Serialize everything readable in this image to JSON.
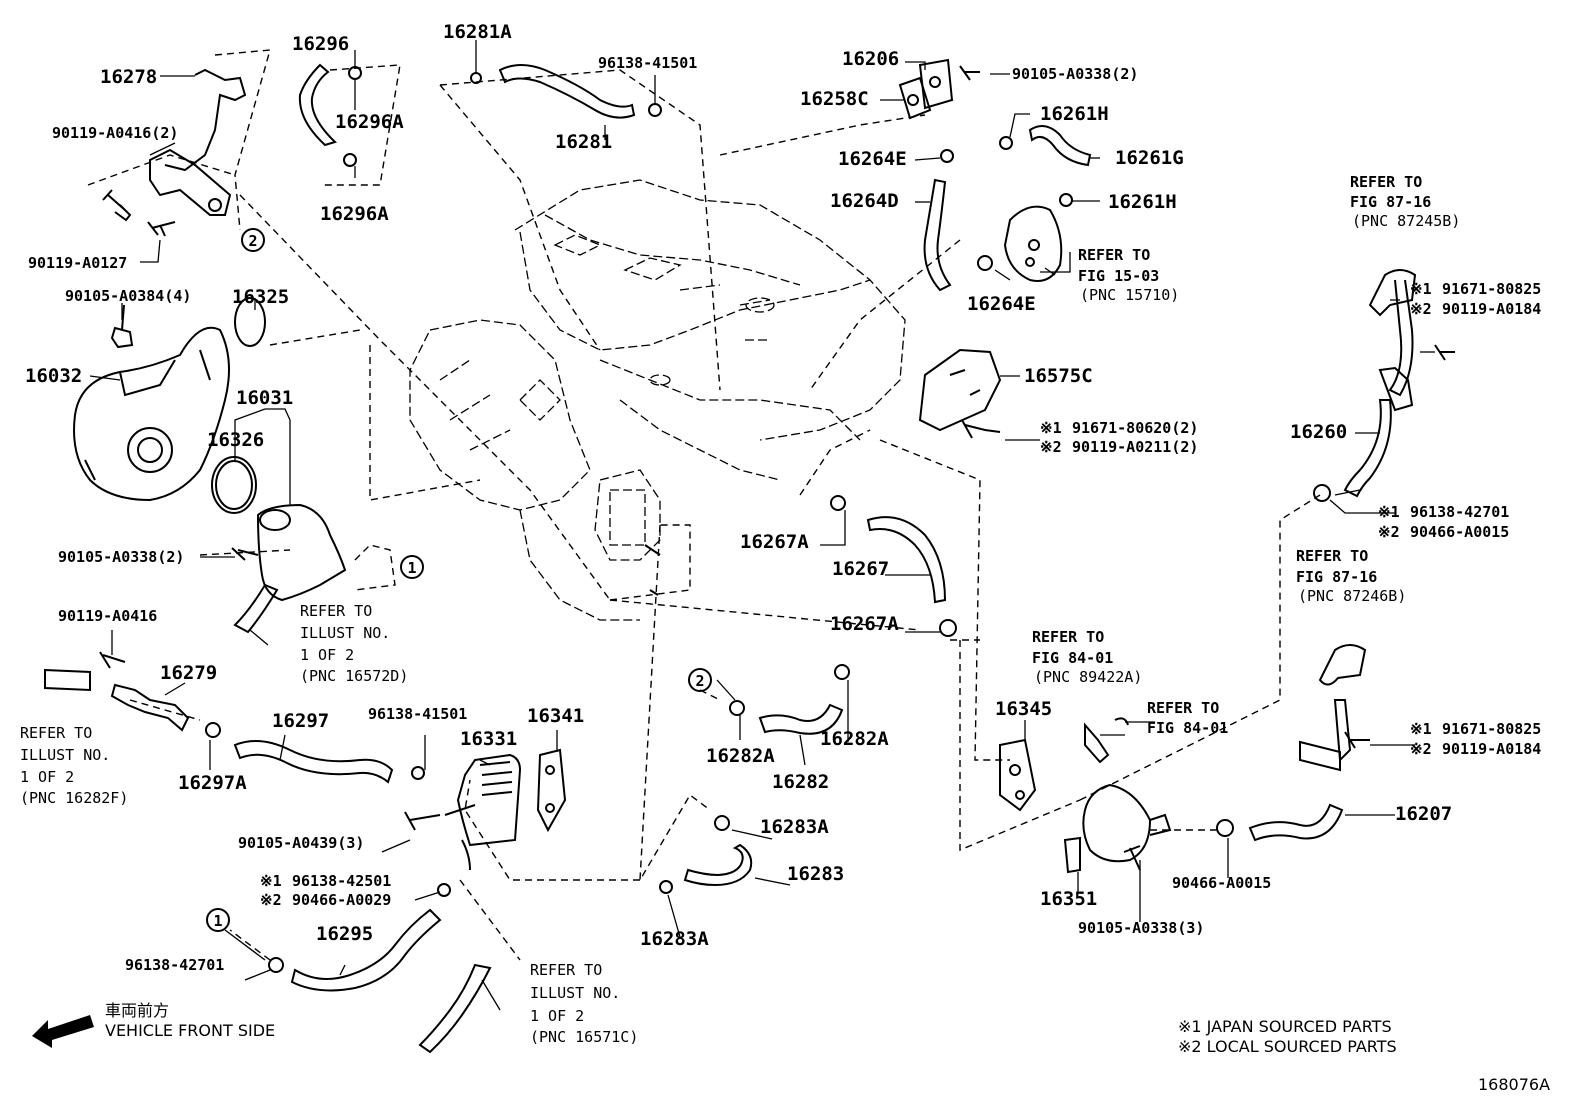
{
  "diagram_code": "168076A",
  "labels": {
    "p16278": "16278",
    "p16296": "16296",
    "p16296A_1": "16296A",
    "p16296A_2": "16296A",
    "p16281A": "16281A",
    "p16281": "16281",
    "p96138_41501_top": "96138-41501",
    "p16206": "16206",
    "p90105_A0338_2_top": "90105-A0338(2)",
    "p16258C": "16258C",
    "p16261H_1": "16261H",
    "p16261G": "16261G",
    "p16264E_1": "16264E",
    "p16264D": "16264D",
    "p16261H_2": "16261H",
    "p16264E_2": "16264E",
    "p90119_A0416_2": "90119-A0416(2)",
    "p90119_A0127": "90119-A0127",
    "p90105_A0384_4": "90105-A0384(4)",
    "p16325": "16325",
    "p16032": "16032",
    "p16031": "16031",
    "p16326": "16326",
    "p90105_A0338_2_left": "90105-A0338(2)",
    "p90119_A0416": "90119-A0416",
    "p16279": "16279",
    "p16297": "16297",
    "p16297A": "16297A",
    "p96138_41501_mid": "96138-41501",
    "p16331": "16331",
    "p16341": "16341",
    "p90105_A0439_3": "90105-A0439(3)",
    "p96138_42501": "96138-42501",
    "p90466_A0029": "90466-A0029",
    "p16295": "16295",
    "p96138_42701_left": "96138-42701",
    "p16575C": "16575C",
    "p91671_80620_2": "91671-80620(2)",
    "p90119_A0211_2": "90119-A0211(2)",
    "p16267A_1": "16267A",
    "p16267": "16267",
    "p16267A_2": "16267A",
    "p16282A_1": "16282A",
    "p16282A_2": "16282A",
    "p16282": "16282",
    "p16283A_1": "16283A",
    "p16283": "16283",
    "p16283A_2": "16283A",
    "p16345": "16345",
    "p16351": "16351",
    "p90105_A0338_3": "90105-A0338(3)",
    "p90466_A0015_mid": "90466-A0015",
    "p16260": "16260",
    "p96138_42701_right": "96138-42701",
    "p90466_A0015_right": "90466-A0015",
    "p91671_80825_1": "91671-80825",
    "p90119_A0184_1": "90119-A0184",
    "p91671_80825_2": "91671-80825",
    "p90119_A0184_2": "90119-A0184",
    "p16207": "16207",
    "circle_1": "1",
    "circle_2": "2"
  },
  "markers": {
    "m1": "※1",
    "m2": "※2"
  },
  "refs": {
    "ref_1557": [
      "REFER TO",
      "FIG 15-03",
      "(PNC 15710)"
    ],
    "ref_87245": [
      "REFER TO",
      "FIG 87-16",
      "(PNC 87245B)"
    ],
    "ref_87246": [
      "REFER TO",
      "FIG 87-16",
      "(PNC 87246B)"
    ],
    "ref_89422": [
      "REFER TO",
      "FIG 84-01",
      "(PNC 89422A)"
    ],
    "ref_8401": [
      "REFER TO",
      "FIG 84-01"
    ],
    "ref_16572": [
      "REFER TO",
      "ILLUST NO.",
      "1 OF 2",
      "(PNC 16572D)"
    ],
    "ref_16282F": [
      "REFER TO",
      "ILLUST NO.",
      "1 OF 2",
      "(PNC 16282F)"
    ],
    "ref_16571": [
      "REFER TO",
      "ILLUST NO.",
      "1 OF 2",
      "(PNC 16571C)"
    ]
  },
  "vehicle_front": {
    "japanese": "車両前方",
    "english": "VEHICLE FRONT SIDE"
  },
  "legend": {
    "item1": "※1  JAPAN SOURCED PARTS",
    "item2": "※2  LOCAL SOURCED PARTS"
  }
}
